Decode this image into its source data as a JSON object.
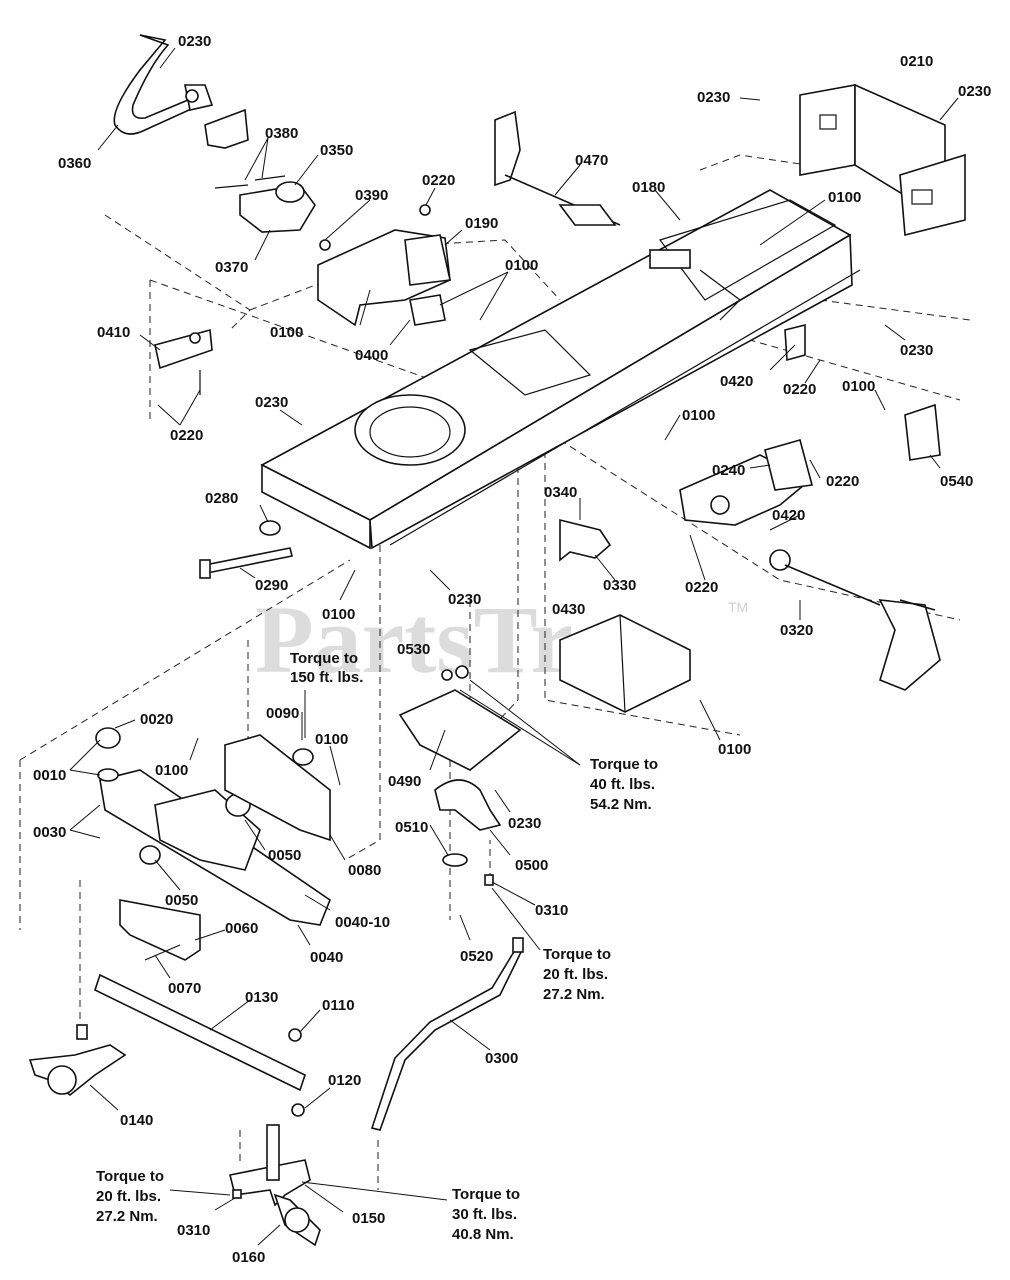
{
  "watermark": {
    "text": "PartsTree",
    "tm": "TM"
  },
  "labels": {
    "l0230a": "0230",
    "l0360": "0360",
    "l0380": "0380",
    "l0350": "0350",
    "l0370": "0370",
    "l0390": "0390",
    "l0220a": "0220",
    "l0190": "0190",
    "l0100a": "0100",
    "l0100b": "0100",
    "l0400": "0400",
    "l0470": "0470",
    "l0180": "0180",
    "l0230b": "0230",
    "l0210": "0210",
    "l0230c": "0230",
    "l0100c": "0100",
    "l0410": "0410",
    "l0220b": "0220",
    "l0230d": "0230",
    "l0230e": "0230",
    "l0420a": "0420",
    "l0220c": "0220",
    "l0100d": "0100",
    "l0540": "0540",
    "l0100e": "0100",
    "l0240": "0240",
    "l0220d": "0220",
    "l0340": "0340",
    "l0420b": "0420",
    "l0330": "0330",
    "l0220e": "0220",
    "l0280": "0280",
    "l0290": "0290",
    "l0230f": "0230",
    "l0100f": "0100",
    "l0430": "0430",
    "l0320": "0320",
    "l0530": "0530",
    "l0100g": "0100",
    "l0090": "0090",
    "l0100h": "0100",
    "l0020": "0020",
    "l0010": "0010",
    "l0100i": "0100",
    "l0030": "0030",
    "l0490": "0490",
    "l0230g": "0230",
    "l0510": "0510",
    "l0500": "0500",
    "l0050a": "0050",
    "l0080": "0080",
    "l0050b": "0050",
    "l0310a": "0310",
    "l0040-10": "0040-10",
    "l0060": "0060",
    "l0040": "0040",
    "l0520": "0520",
    "l0070": "0070",
    "l0130": "0130",
    "l0110": "0110",
    "l0300": "0300",
    "l0140": "0140",
    "l0120": "0120",
    "l0310b": "0310",
    "l0150": "0150",
    "l0160": "0160"
  },
  "torque_notes": {
    "t150": [
      "Torque to",
      "150 ft. lbs."
    ],
    "t40": [
      "Torque to",
      "40 ft. lbs.",
      "54.2 Nm."
    ],
    "t20a": [
      "Torque to",
      "20 ft. lbs.",
      "27.2 Nm."
    ],
    "t20b": [
      "Torque to",
      "20 ft. lbs.",
      "27.2 Nm."
    ],
    "t30": [
      "Torque to",
      "30 ft. lbs.",
      "40.8 Nm."
    ]
  }
}
